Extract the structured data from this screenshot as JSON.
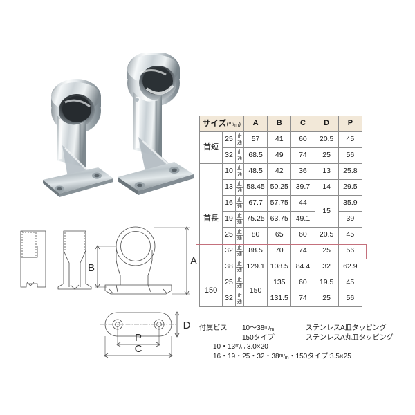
{
  "table": {
    "headers": {
      "size": "サイズ",
      "size_unit": "m/m",
      "a": "A",
      "b": "B",
      "c": "C",
      "d": "D",
      "p": "P"
    },
    "stop_through": {
      "stop": "止",
      "through": "通"
    },
    "groups": [
      {
        "label": "首短",
        "rows": [
          {
            "size": "25",
            "a": "57",
            "b": "41",
            "c": "60",
            "d": "20.5",
            "p": "45"
          },
          {
            "size": "32",
            "a": "68.5",
            "b": "49",
            "c": "74",
            "d": "25",
            "p": "56"
          }
        ]
      },
      {
        "label": "首長",
        "rows": [
          {
            "size": "10",
            "a": "48.5",
            "b": "42",
            "c": "36",
            "d": "13",
            "p": "25.8"
          },
          {
            "size": "13",
            "a": "58.45",
            "b": "50.25",
            "c": "39.7",
            "d": "14",
            "p": "29.5"
          },
          {
            "size": "16",
            "a": "67.7",
            "b": "57.75",
            "c": "44",
            "d": "15",
            "p": "35.9"
          },
          {
            "size": "19",
            "a": "75.25",
            "b": "63.75",
            "c": "49.1",
            "d": "",
            "p": "39"
          },
          {
            "size": "25",
            "a": "80",
            "b": "65",
            "c": "60",
            "d": "20.5",
            "p": "45",
            "highlighted": true
          },
          {
            "size": "32",
            "a": "88.5",
            "b": "70",
            "c": "74",
            "d": "25",
            "p": "56"
          },
          {
            "size": "38",
            "a": "129.1",
            "b": "108.5",
            "c": "84.4",
            "d": "32",
            "p": "62.9"
          }
        ]
      },
      {
        "label": "150",
        "rows": [
          {
            "size": "25",
            "a": "150",
            "b": "135",
            "c": "60",
            "d": "19.5",
            "p": "45"
          },
          {
            "size": "32",
            "a": "",
            "b": "131.5",
            "c": "74",
            "d": "25",
            "p": "56"
          }
        ]
      }
    ],
    "merged_d_value": "15",
    "merged_a_value": "150",
    "highlight_color": "#c4707c",
    "header_background": "#f2e8d8"
  },
  "notes": {
    "label": "付属ビス",
    "line1_mid": "10〜38",
    "line1_mid_unit": "m/m",
    "line1_right": "ステンレスA皿タッピング",
    "line2_mid": "150タイプ",
    "line2_right": "ステンレスA丸皿タッピング",
    "line3": "10・13",
    "line3_unit": "m/m",
    "line3_tail": ":3.0×20",
    "line4": "16・19・25・32・38",
    "line4_unit": "m/m",
    "line4_tail": "・150タイプ:3.5×25"
  },
  "drawing": {
    "dim_a": "A",
    "dim_b": "B",
    "dim_c": "C",
    "dim_d": "D",
    "dim_p": "P"
  },
  "photos": {
    "small_alt": "short-neck-pipe-bracket",
    "large_alt": "long-neck-pipe-bracket"
  }
}
